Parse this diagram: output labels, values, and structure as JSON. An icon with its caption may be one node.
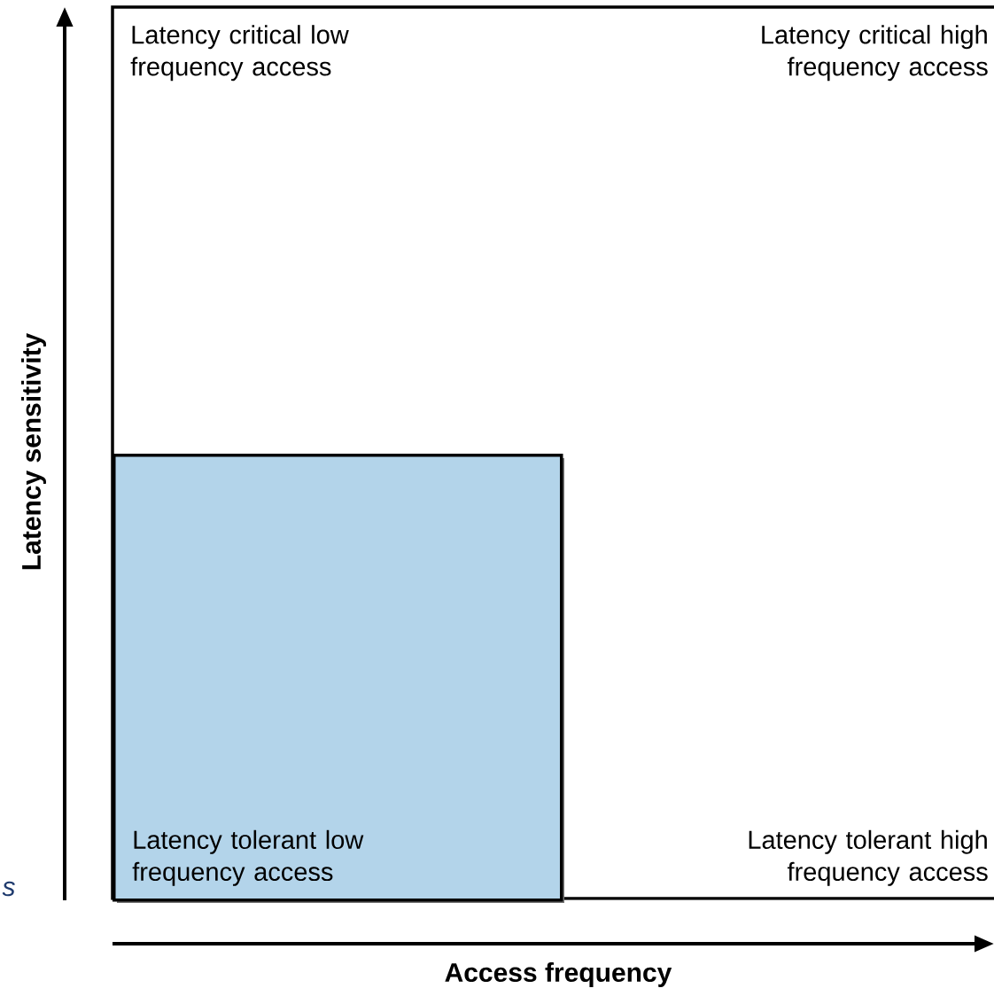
{
  "diagram": {
    "nodes": [
      {
        "text": [
          "Latency critical low frequency access",
          "Latency critical high frequency access",
          "Latency tolerant high frequency access"
        ]
      },
      {
        "text": [
          "Latency tolerant low frequency access"
        ],
        "in": 0
      }
    ],
    "edges": [],
    "labels": [
      "Latency sensitivity",
      "Access frequency",
      "s"
    ]
  }
}
